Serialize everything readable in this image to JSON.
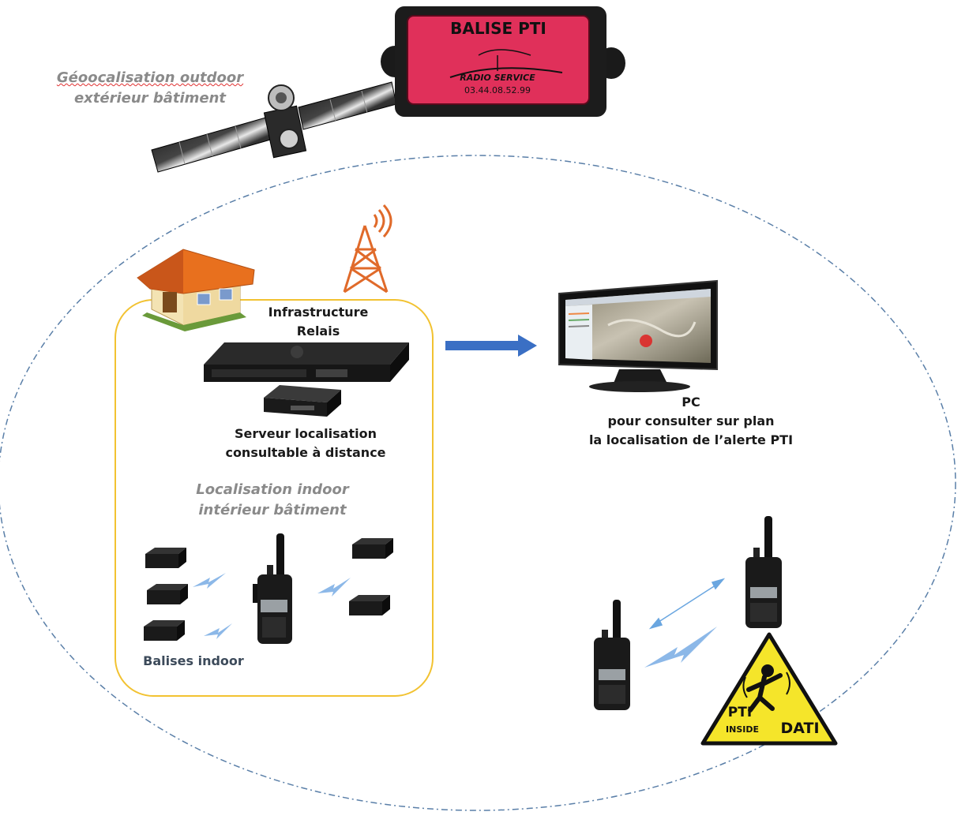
{
  "outdoor": {
    "title": "Géoocalisation outdoor",
    "subtitle": "extérieur bâtiment"
  },
  "balise": {
    "title": "BALISE PTI",
    "brand": "RADIO SERVICE",
    "phone": "03.44.08.52.99"
  },
  "infrastructure": {
    "line1": "Infrastructure",
    "line2": "Relais"
  },
  "server": {
    "line1": "Serveur localisation",
    "line2": "consultable à distance"
  },
  "indoor": {
    "title": "Localisation indoor",
    "subtitle": "intérieur bâtiment"
  },
  "beacons": {
    "label": "Balises indoor"
  },
  "pc": {
    "line1": "PC",
    "line2": "pour consulter sur plan",
    "line3": "la localisation de l’alerte PTI"
  },
  "sign": {
    "pti": "PTI",
    "inside": "INSIDE",
    "dati": "DATI"
  },
  "colors": {
    "ellipse": "#5a7fa8",
    "indoor_box": "#f2c231",
    "arrow": "#3a6fc4",
    "balise_label": "#e0305a",
    "mast": "#e06a2a",
    "roof": "#e8701e",
    "wave": "#8cb8e8",
    "sign": "#f5e52a"
  }
}
